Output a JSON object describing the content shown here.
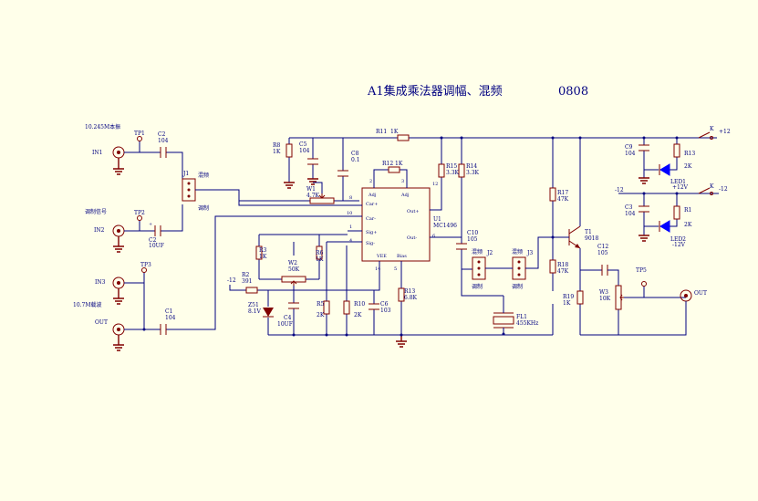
{
  "title": "A1集成乘法器调幅、混频",
  "code": "0808",
  "ports": {
    "in1_desc": "10.245M本振",
    "in1": "IN1",
    "in2_desc": "调制信号",
    "in2": "IN2",
    "in3": "IN3",
    "in3_desc": "10.7M载波",
    "out_left": "OUT",
    "out_right": "OUT"
  },
  "testpoints": {
    "tp1": "TP1",
    "tp2": "TP2",
    "tp3": "TP3",
    "tp5": "TP5"
  },
  "switch_labels": {
    "hunpin": "混频",
    "tiaozhi": "调制"
  },
  "components": {
    "c2": [
      "C2",
      "104"
    ],
    "c2b": [
      "C2",
      "10UF"
    ],
    "c1": [
      "C1",
      "104"
    ],
    "j1": "J1",
    "j2": "J2",
    "j3": "J3",
    "r8": [
      "R8",
      "1K"
    ],
    "c5": [
      "C5",
      "104"
    ],
    "c8": [
      "C8",
      "0.1"
    ],
    "w1": [
      "W1",
      "4.7K"
    ],
    "r11": [
      "R11",
      "1K"
    ],
    "r12": [
      "R12",
      "1K"
    ],
    "r15": [
      "R15",
      "3.3K"
    ],
    "r14": [
      "R14",
      "3.3K"
    ],
    "u1": [
      "U1",
      "MC1496"
    ],
    "vee": "VEE",
    "r3": [
      "R3",
      "1K"
    ],
    "w2": [
      "W2",
      "50K"
    ],
    "r6": [
      "R6",
      "1K"
    ],
    "r2": [
      "R2",
      "391"
    ],
    "zd1": [
      "Z51",
      "8.1V"
    ],
    "c4": [
      "C4",
      "10UF"
    ],
    "r5": [
      "R5",
      "2K"
    ],
    "r10": [
      "R10",
      "2K"
    ],
    "c6": [
      "C6",
      "103"
    ],
    "r13": [
      "R13",
      "6.8K"
    ],
    "c10": [
      "C10",
      "105"
    ],
    "fl1": [
      "FL1",
      "455KHz"
    ],
    "r17": [
      "R17",
      "47K"
    ],
    "r18": [
      "R18",
      "47K"
    ],
    "r19": [
      "R19",
      "1K"
    ],
    "t1": [
      "T1",
      "9018"
    ],
    "c12": [
      "C12",
      "105"
    ],
    "w3": [
      "W3",
      "10K"
    ],
    "c9": [
      "C9",
      "104"
    ],
    "r13b": [
      "R13",
      "2K"
    ],
    "led1": [
      "LED1",
      "+12V"
    ],
    "c3": [
      "C3",
      "104"
    ],
    "r1": [
      "R1",
      "2K"
    ],
    "led2": [
      "LED2",
      "-12V"
    ],
    "k1": "K",
    "k2": "K",
    "p12": "+12",
    "m12": "-12",
    "m12b": "-12",
    "pin_cars": "Car+",
    "pin_carm": "Car-",
    "pin_sigp": "Sig+",
    "pin_sigm": "Sig-",
    "pin_adj": "Adj",
    "pin_outp": "Out+",
    "pin_outm": "Out-",
    "pin_bias": "Bias",
    "pin_nums": [
      "8",
      "10",
      "1",
      "4",
      "14",
      "5",
      "2",
      "3",
      "12",
      "6"
    ]
  },
  "colors": {
    "background": "#FFFFEA",
    "wire": "#000080",
    "component": "#800000",
    "led": "#0000FF"
  }
}
